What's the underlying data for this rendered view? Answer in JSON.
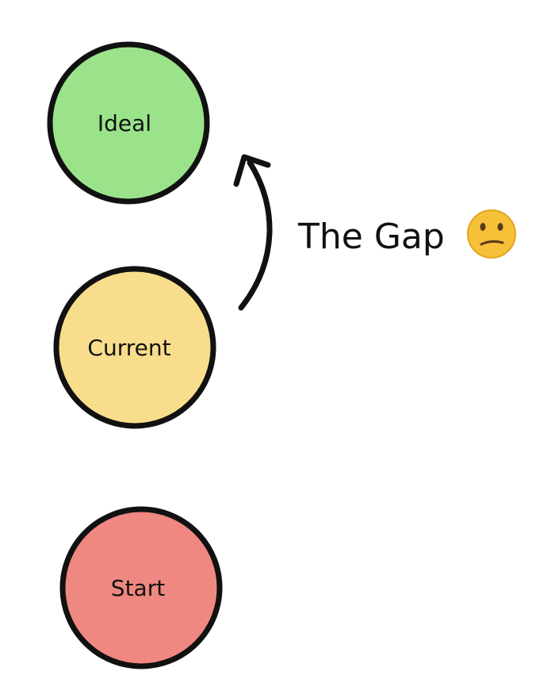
{
  "nodes": {
    "ideal": {
      "label": "Ideal",
      "fill": "#9AE38A"
    },
    "current": {
      "label": "Current",
      "fill": "#F8DE8C"
    },
    "start": {
      "label": "Start",
      "fill": "#EE8880"
    }
  },
  "gap": {
    "label": "The Gap",
    "emoji_icon": "confused-face-icon"
  },
  "colors": {
    "stroke": "#111111",
    "background": "#ffffff"
  }
}
